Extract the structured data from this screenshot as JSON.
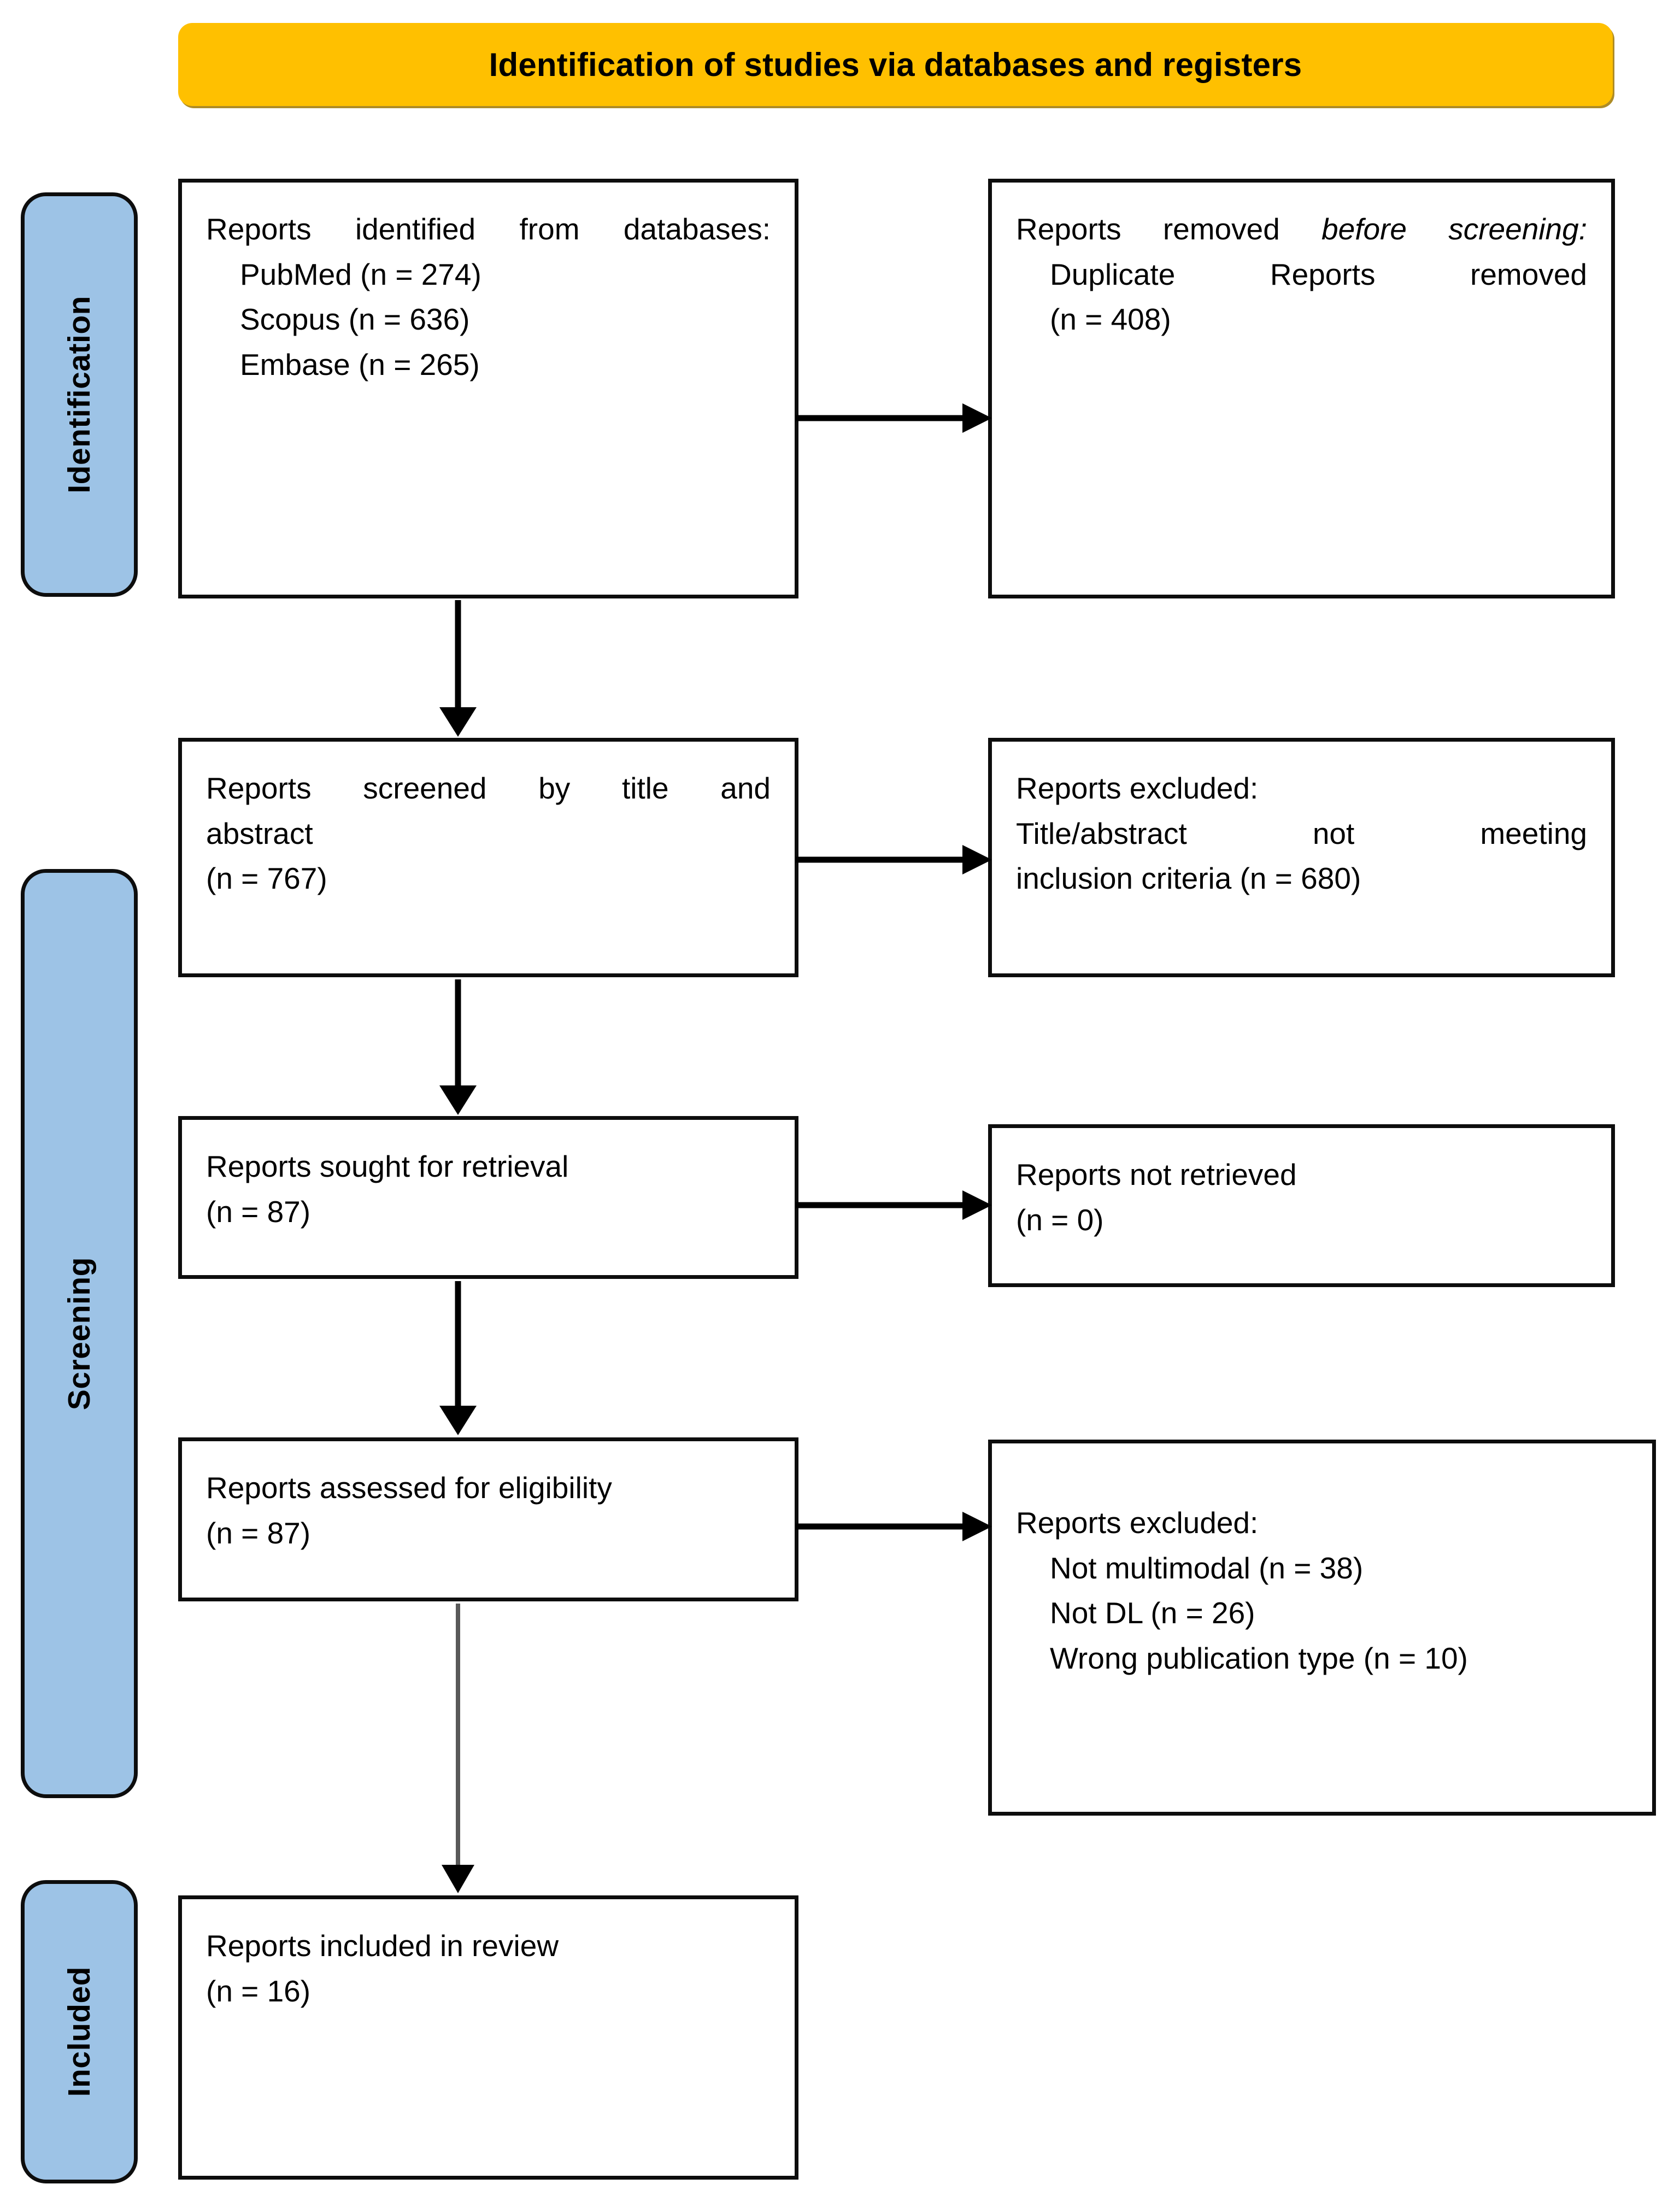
{
  "banner": {
    "title": "Identification of studies via databases and registers"
  },
  "stages": [
    {
      "name": "identification",
      "label": "Identification"
    },
    {
      "name": "screening",
      "label": "Screening"
    },
    {
      "name": "included",
      "label": "Included"
    }
  ],
  "boxes": {
    "identified": {
      "heading": "Reports identified from databases:",
      "items": [
        "PubMed (n = 274)",
        "Scopus (n = 636)",
        "Embase (n = 265)"
      ]
    },
    "removed": {
      "heading_plain": "Reports removed ",
      "heading_italic": "before screening",
      "heading_colon": ":",
      "items": [
        "Duplicate Reports removed",
        "(n = 408)"
      ]
    },
    "screened": {
      "line1": "Reports screened by title and",
      "line2": "abstract",
      "line3": "(n = 767)"
    },
    "excluded_screening": {
      "heading": "Reports excluded:",
      "line1": "Title/abstract not meeting",
      "line2": "inclusion criteria (n = 680)"
    },
    "sought": {
      "line1": "Reports sought for retrieval",
      "line2": "(n = 87)"
    },
    "not_retrieved": {
      "line1": "Reports not retrieved",
      "line2": "(n = 0)"
    },
    "eligibility": {
      "line1": "Reports assessed for eligibility",
      "line2": "(n = 87)"
    },
    "excluded_eligibility": {
      "heading": "Reports excluded:",
      "items": [
        "Not multimodal (n = 38)",
        "Not DL (n = 26)",
        "Wrong publication type (n = 10)"
      ]
    },
    "included": {
      "line1": "Reports included in review",
      "line2": "(n = 16)"
    }
  },
  "colors": {
    "banner_fill": "#FFC000",
    "stage_fill": "#9DC3E6",
    "box_border": "#0d0d0d",
    "arrow": "#000000",
    "arrow_muted": "#595959"
  }
}
